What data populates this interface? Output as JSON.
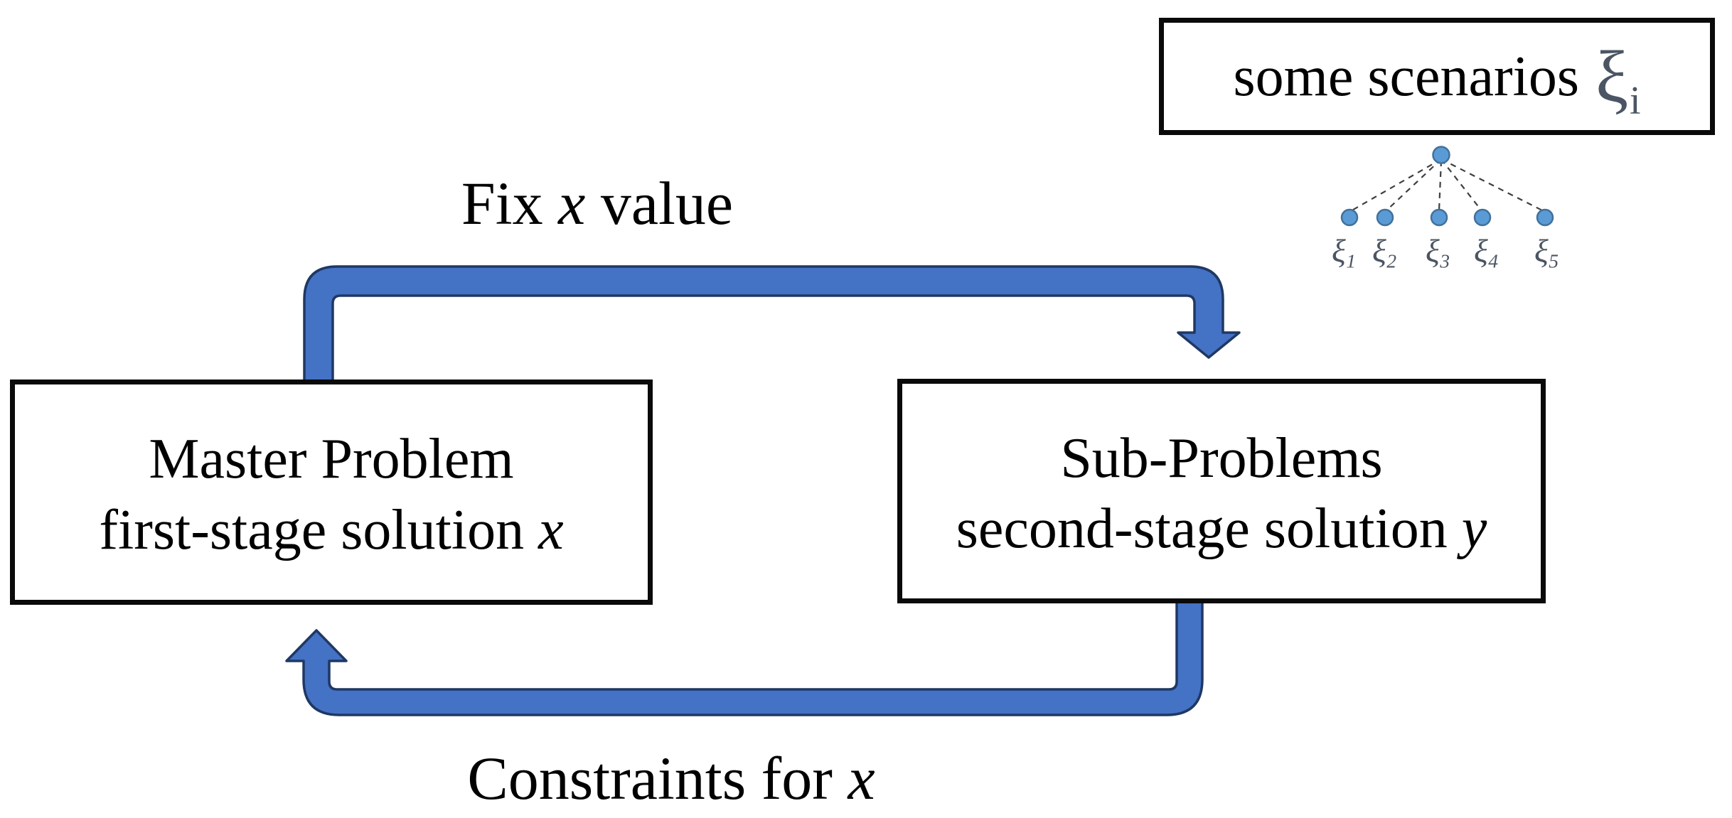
{
  "scenarios_box": {
    "prefix": "some scenarios",
    "xi": "ξ",
    "xi_subscript": "i"
  },
  "scenario_tree": {
    "leaf_labels": [
      {
        "base": "ξ",
        "sub": "1"
      },
      {
        "base": "ξ",
        "sub": "2"
      },
      {
        "base": "ξ",
        "sub": "3"
      },
      {
        "base": "ξ",
        "sub": "4"
      },
      {
        "base": "ξ",
        "sub": "5"
      }
    ]
  },
  "flow": {
    "top_arrow_label": {
      "pre": "Fix ",
      "var": "x",
      "post": " value"
    },
    "bottom_arrow_label": {
      "pre": "Constraints for ",
      "var": "x"
    },
    "master_box": {
      "line1": "Master Problem",
      "line2_prefix": "first-stage solution ",
      "line2_var": "x"
    },
    "sub_box": {
      "line1": "Sub-Problems",
      "line2_prefix": "second-stage solution ",
      "line2_var": "y"
    }
  },
  "colors": {
    "background": "#FFFFFF",
    "text": "#000000",
    "box_border": "#0A0A0A",
    "arrow_fill": "#4472C4",
    "arrow_outline": "#1F3864",
    "node_fill": "#5B9BD5",
    "node_outline": "#41719C",
    "edge_dash": "#3F3F3F",
    "greek_text": "#4B5563"
  }
}
